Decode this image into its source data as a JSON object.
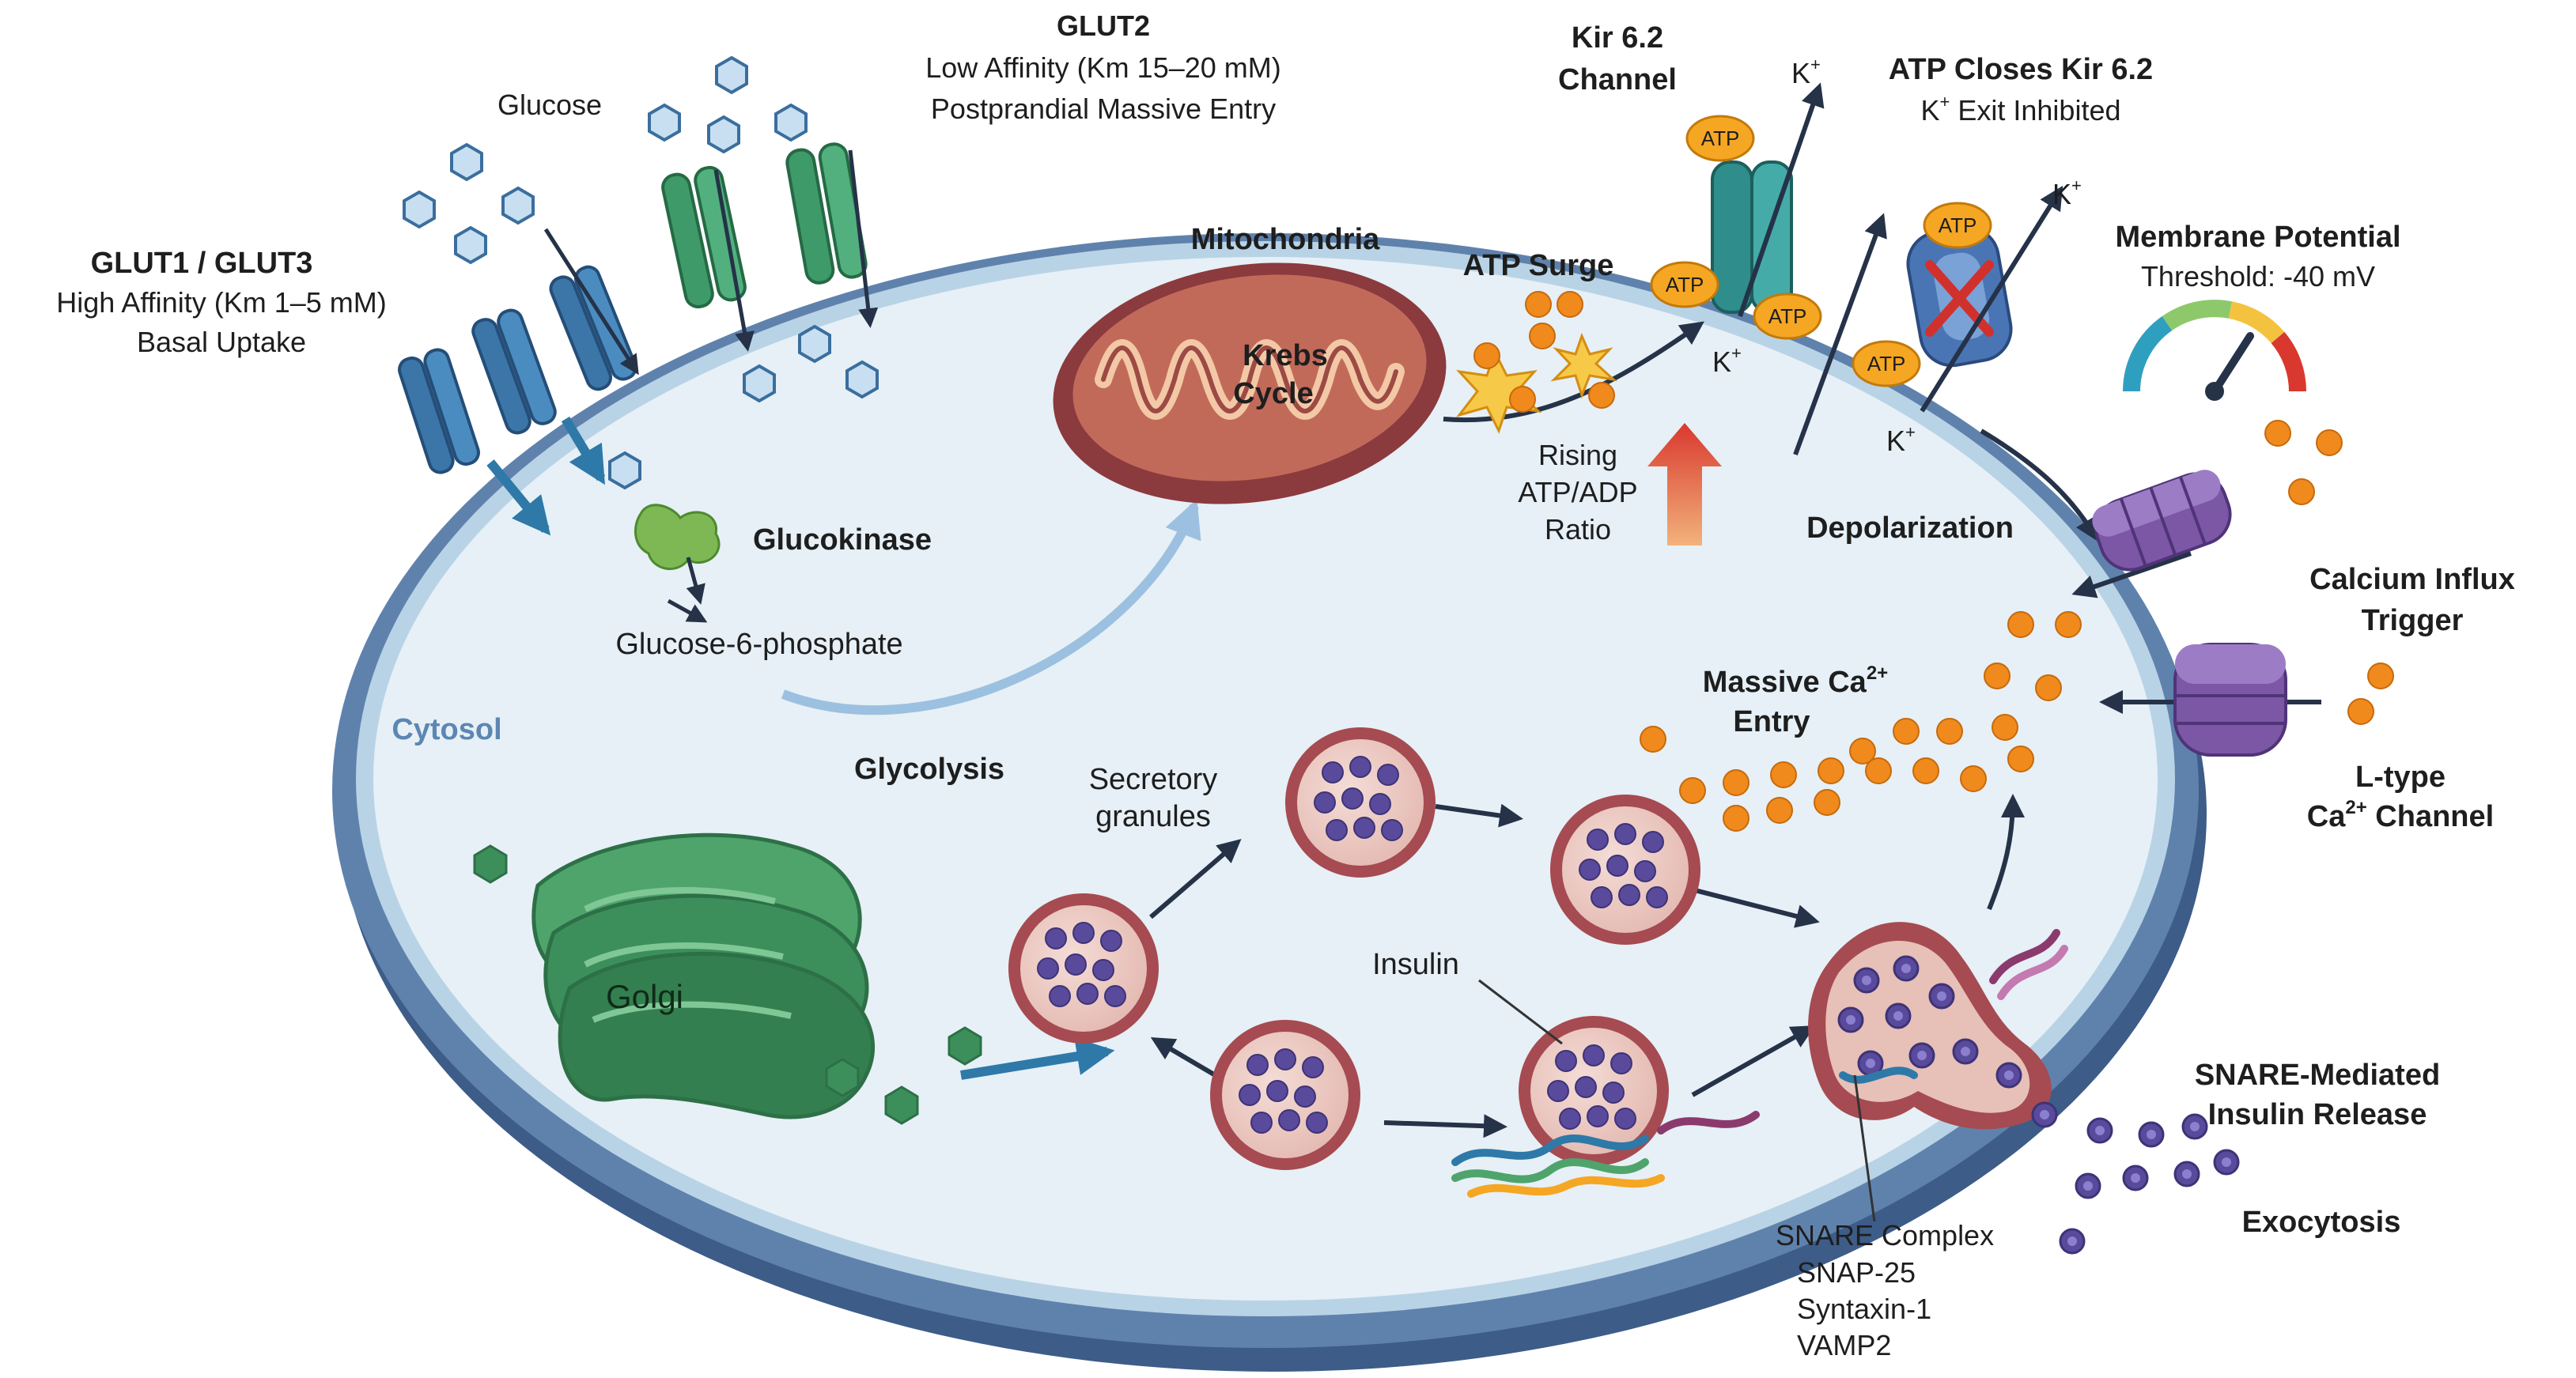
{
  "labels": {
    "glut2_title": "GLUT2",
    "glut2_affinity": "Low Affinity (Km 15–20 mM)",
    "glut2_entry": "Postprandial Massive Entry",
    "glucose": "Glucose",
    "glut13_title": "GLUT1 / GLUT3",
    "glut13_affinity": "High Affinity (Km 1–5 mM)",
    "glut13_uptake": "Basal Uptake",
    "kir_line1": "Kir 6.2",
    "kir_line2": "Channel",
    "atp_closes_line1": "ATP Closes Kir 6.2",
    "atp_closes_k": "K",
    "atp_closes_rest": " Exit Inhibited",
    "mitochondria": "Mitochondria",
    "krebs_line1": "Krebs",
    "krebs_line2": "Cycle",
    "atp_surge": "ATP Surge",
    "membrane_potential": "Membrane Potential",
    "threshold": "Threshold: -40 mV",
    "glucokinase": "Glucokinase",
    "g6p": "Glucose-6-phosphate",
    "rising_line1": "Rising",
    "rising_line2": "ATP/ADP",
    "rising_line3": "Ratio",
    "depolarization": "Depolarization",
    "calcium_line1": "Calcium Influx",
    "calcium_line2": "Trigger",
    "cytosol": "Cytosol",
    "massive_ca_line1": "Massive Ca",
    "massive_ca_line2": "Entry",
    "glycolysis": "Glycolysis",
    "secretory_line1": "Secretory",
    "secretory_line2": "granules",
    "ltype_line1": "L-type",
    "ltype_line2": "Ca",
    "ltype_line2_rest": " Channel",
    "golgi": "Golgi",
    "insulin": "Insulin",
    "snare_release_line1": "SNARE-Mediated",
    "snare_release_line2": "Insulin Release",
    "exocytosis": "Exocytosis",
    "snare_complex": "SNARE Complex",
    "snap25": "SNAP-25",
    "syntaxin": "Syntaxin-1",
    "vamp2": "VAMP2",
    "ion_k": "K",
    "charge_plus": "+",
    "charge_2plus": "2+",
    "atp": "ATP"
  },
  "colors": {
    "membrane": "#4f6f9a",
    "cytosol": "#e6f0f6",
    "glut2": "#3f9a6a",
    "glut13": "#3c76a8",
    "kir": "#2f8d8b",
    "ltype": "#7b57a6",
    "mito": "#8b3a3e",
    "golgi": "#3c8f5a",
    "atp": "#f5a623",
    "calcium": "#f08a1c",
    "granule": "#a54b51",
    "insulin": "#5a4a9c"
  }
}
